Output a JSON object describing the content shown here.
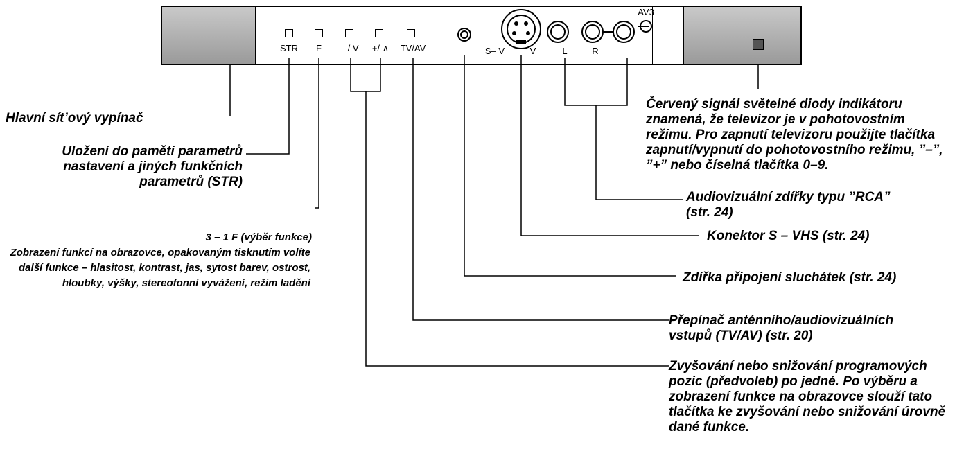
{
  "panel": {
    "buttons": [
      {
        "key": "str",
        "label": "STR"
      },
      {
        "key": "f",
        "label": "F"
      },
      {
        "key": "minus",
        "label": "–/ V"
      },
      {
        "key": "plus",
        "label": "+/ ∧"
      },
      {
        "key": "tvav",
        "label": "TV/AV"
      }
    ],
    "connectors": {
      "sv": "S– V",
      "v": "V",
      "l": "L",
      "r": "R",
      "av3": "AV3"
    }
  },
  "labels": {
    "power_switch": "Hlavní sít’ový vypínač",
    "str_title": "Uložení do paměti parametrů nastavení a jiných funkčních parametrů (STR)",
    "f_title": "3 – 1 F (výběr funkce)",
    "f_desc": "Zobrazení funkcí na obrazovce, opakovaným tisknutím volíte další funkce – hlasitost, kontrast, jas, sytost barev, ostrost, hloubky, výšky, stereofonní vyvážení, režim ladění",
    "led_desc": "Červený signál světelné diody indikátoru znamená, že televizor je v pohotovostním režimu. Pro zapnutí televizoru použijte tlačítka zapnutí/vypnutí do pohotovostního režimu, ”–”, ”+” nebo číselná tlačítka 0–9.",
    "rca": "Audiovizuální zdířky typu ”RCA” (str. 24)",
    "svhs": "Konektor S – VHS (str. 24)",
    "headphone": "Zdířka připojení sluchátek (str. 24)",
    "tvav": "Přepínač anténního/audiovizuálních vstupů (TV/AV) (str. 20)",
    "updown": "Zvyšování nebo snižování programových pozic (předvoleb) po jedné. Po výběru a zobrazení funkce na obrazovce slouží tato tlačítka ke zvyšování nebo snižování úrovně dané funkce."
  }
}
